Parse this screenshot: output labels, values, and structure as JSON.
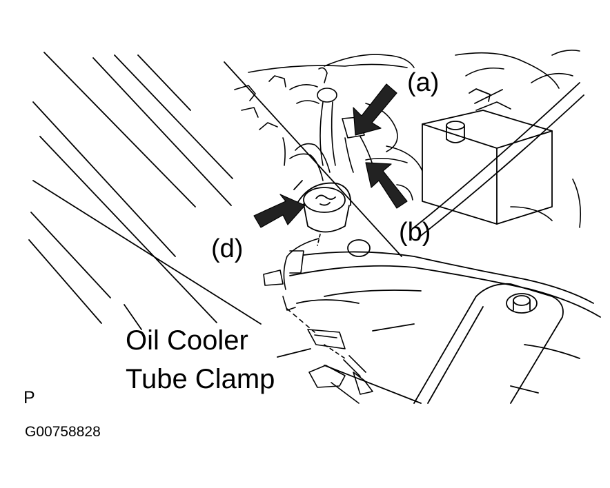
{
  "diagram": {
    "callouts": {
      "a": "(a)",
      "b": "(b)",
      "d": "(d)"
    },
    "clamp_label": {
      "line1": "Oil Cooler",
      "line2": "Tube Clamp"
    },
    "view_marker": "P",
    "figure_id": "G00758828",
    "colors": {
      "ink": "#000000",
      "paper": "#ffffff",
      "arrow": "#222222"
    }
  }
}
